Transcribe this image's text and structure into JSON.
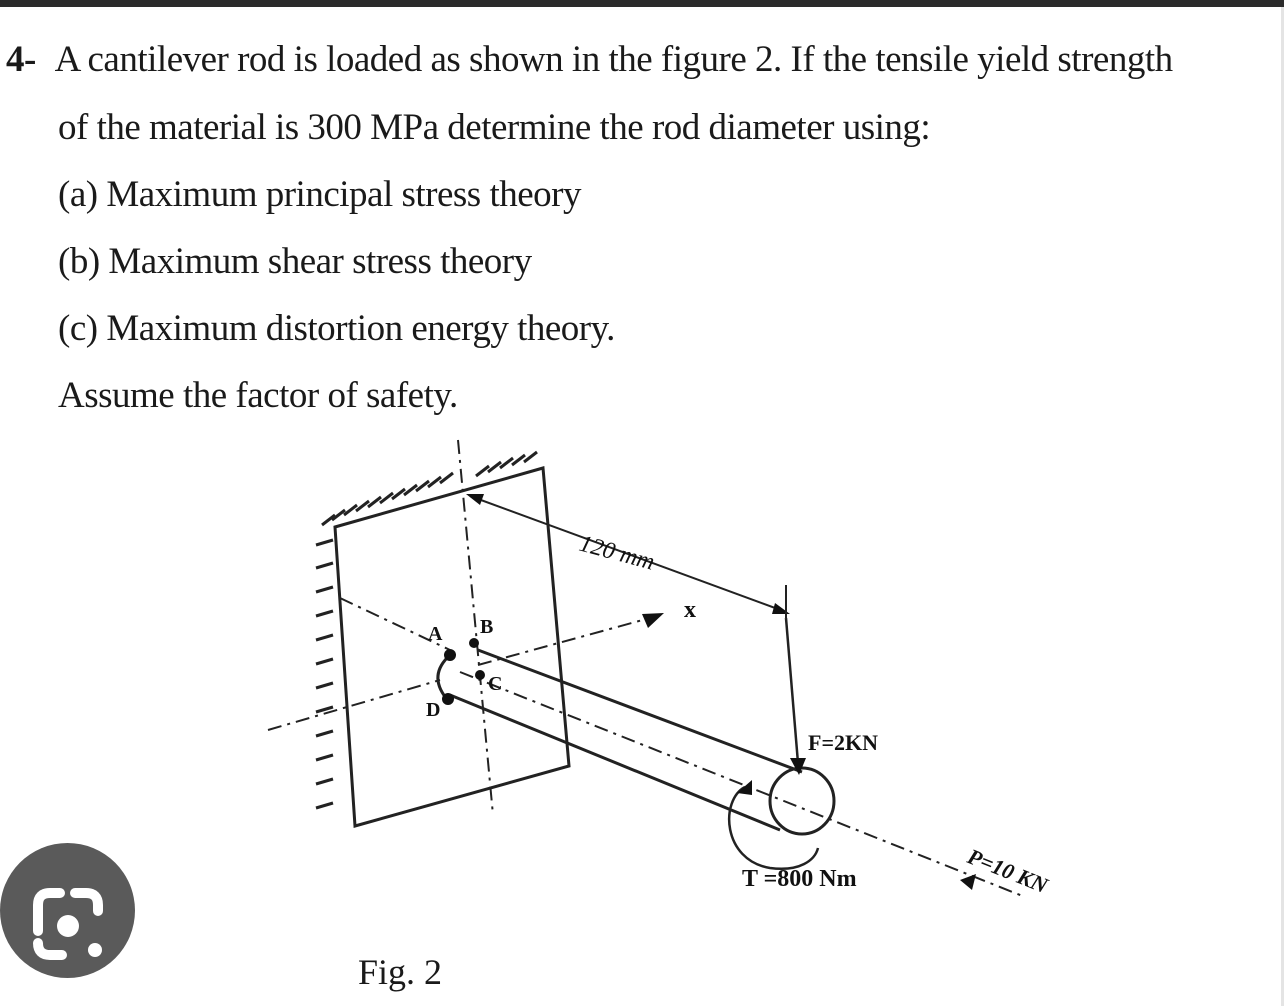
{
  "question": {
    "number": "4-",
    "line1": "A cantilever rod is loaded as shown in the figure 2. If the tensile yield strength",
    "line2": "of the material is 300 MPa determine the rod diameter using:",
    "option_a": "(a) Maximum principal stress theory",
    "option_b": "(b) Maximum shear stress theory",
    "option_c": "(c) Maximum distortion energy theory.",
    "assume": "Assume the factor of safety."
  },
  "figure": {
    "dimension_label": "120 mm",
    "axis_label": "x",
    "point_a": "A",
    "point_b": "B",
    "point_c": "C",
    "point_d": "D",
    "force_label": "F=2KN",
    "torque_label": "T =800 Nm",
    "axial_label": "P=10 KN",
    "caption": "Fig. 2"
  },
  "lens_button": {
    "icon": "google-lens-icon"
  }
}
